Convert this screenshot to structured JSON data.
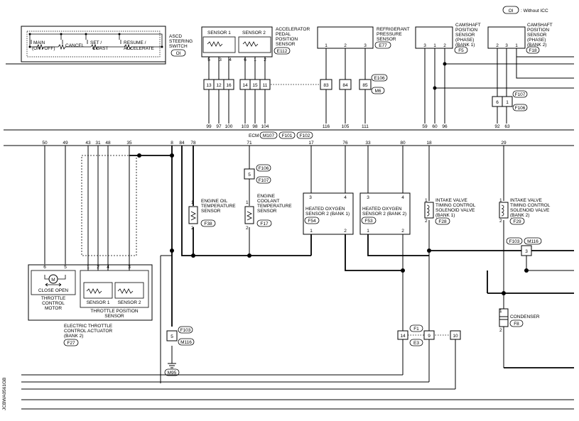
{
  "legend": {
    "tag": "OI",
    "text": ": Without ICC"
  },
  "ascd": {
    "sw_main": "MAIN",
    "sw_main2": "(ON / OFF)",
    "sw_cancel": "CANCEL",
    "sw_set": "SET /",
    "sw_set2": "COAST",
    "sw_resume": "RESUME /",
    "sw_resume2": "ACCELERATE",
    "title": [
      "ASCD",
      "STEERING",
      "SWITCH"
    ],
    "tag": "OI"
  },
  "accel": {
    "s1": "SENSOR 1",
    "s2": "SENSOR 2",
    "pins_top": [
      "5",
      "3",
      "4",
      "6",
      "1",
      "2"
    ],
    "title": [
      "ACCELERATOR",
      "PEDAL",
      "POSITION",
      "SENSOR"
    ],
    "conn": "E112"
  },
  "refrig": {
    "title": [
      "REFRIGERANT",
      "PRESSURE",
      "SENSOR"
    ],
    "pins": [
      "1",
      "2",
      "3"
    ],
    "conn": "E77"
  },
  "cam1": {
    "title": [
      "CAMSHAFT",
      "POSITION",
      "SENSOR",
      "(PHASE)",
      "(BANK 1)"
    ],
    "pins": [
      "3",
      "1",
      "2"
    ],
    "conn": "F5"
  },
  "cam2": {
    "title": [
      "CAMSHAFT",
      "POSITION",
      "SENSOR",
      "(PHASE)",
      "(BANK 2)"
    ],
    "pins": [
      "2",
      "3",
      "1"
    ],
    "conn": "F18"
  },
  "jc_top": [
    "13",
    "12",
    "16",
    "14",
    "15",
    "11",
    "83",
    "84",
    "85"
  ],
  "e106": "E106",
  "m6": "M6",
  "f107": "F107",
  "f106": "F106",
  "jc_cam": [
    "6",
    "1"
  ],
  "ecm_top_pins": [
    "99",
    "97",
    "100",
    "103",
    "98",
    "104",
    "116",
    "105",
    "111",
    "59",
    "60",
    "96",
    "92",
    "63"
  ],
  "ecm": {
    "label": "ECM",
    "c1": "M107",
    "c2": "F101",
    "c3": "F102"
  },
  "ecm_bot_pins": [
    "50",
    "49",
    "43",
    "31",
    "48",
    "35",
    "8",
    "84",
    "78",
    "71",
    "17",
    "76",
    "33",
    "80",
    "18",
    "29"
  ],
  "oil": {
    "title": [
      "ENGINE OIL",
      "TEMPERATURE",
      "SENSOR"
    ],
    "conn": "F38",
    "p1": "1",
    "p2": "2"
  },
  "coolant": {
    "title": [
      "ENGINE",
      "COOLANT",
      "TEMPERATURE",
      "SENSOR"
    ],
    "conn": "F17",
    "p1": "1",
    "p2": "2",
    "jc": "5",
    "c1": "F106",
    "c2": "F107"
  },
  "ho1": {
    "title": [
      "HEATED OXYGEN",
      "SENSOR 2 (BANK 1)"
    ],
    "conn": "F54",
    "p3": "3",
    "p4": "4",
    "p1": "1",
    "p2": "2"
  },
  "ho2": {
    "title": [
      "HEATED OXYGEN",
      "SENSOR 2 (BANK 2)"
    ],
    "conn": "F53",
    "p3": "3",
    "p4": "4",
    "p1": "1",
    "p2": "2"
  },
  "ivt1": {
    "title": [
      "INTAKE VALVE",
      "TIMING CONTROL",
      "SOLENOID VALVE",
      "(BANK 1)"
    ],
    "conn": "F28",
    "p1": "1",
    "p2": "2"
  },
  "ivt2": {
    "title": [
      "INTAKE VALVE",
      "TIMING CONTROL",
      "SOLENOID VALVE",
      "(BANK 2)"
    ],
    "conn": "F29",
    "p1": "1",
    "p2": "2"
  },
  "jc_right": {
    "a": "F103",
    "b": "M116",
    "pin": "3"
  },
  "condenser": {
    "title": "CONDENSER",
    "conn": "F8",
    "p1": "1",
    "p2": "2"
  },
  "throttle": {
    "motor_pins": [
      "6",
      "5"
    ],
    "sensor_pins": [
      "1",
      "2",
      "4",
      "3"
    ],
    "close_open": "CLOSE OPEN",
    "motor_title": [
      "THROTTLE",
      "CONTROL",
      "MOTOR"
    ],
    "s1": "SENSOR 1",
    "s2": "SENSOR 2",
    "tps_title": [
      "THROTTLE POSITION",
      "SENSOR"
    ],
    "actuator_title": [
      "ELECTRIC THROTTLE",
      "CONTROL ACTUATOR",
      "(BANK 2)"
    ],
    "conn": "F27"
  },
  "ground_jc": {
    "pin": "5",
    "c1": "F103",
    "c2": "M116",
    "gnd": "M95"
  },
  "bottom_jc": {
    "a": "14",
    "b": "9",
    "c": "10",
    "f1": "F1",
    "e3": "E3"
  },
  "side_code": "JCBWA0561GB"
}
